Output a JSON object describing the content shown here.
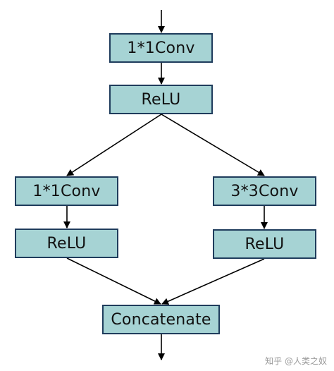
{
  "colors": {
    "node_fill": "#a6d3d4",
    "node_border": "#1f3c5c",
    "edge": "#000000"
  },
  "nodes": {
    "top_conv": "1*1Conv",
    "top_relu": "ReLU",
    "left_conv": "1*1Conv",
    "left_relu": "ReLU",
    "right_conv": "3*3Conv",
    "right_relu": "ReLU",
    "concat": "Concatenate"
  },
  "edges": [
    [
      "input",
      "top_conv"
    ],
    [
      "top_conv",
      "top_relu"
    ],
    [
      "top_relu",
      "left_conv"
    ],
    [
      "top_relu",
      "right_conv"
    ],
    [
      "left_conv",
      "left_relu"
    ],
    [
      "right_conv",
      "right_relu"
    ],
    [
      "left_relu",
      "concat"
    ],
    [
      "right_relu",
      "concat"
    ],
    [
      "concat",
      "output"
    ]
  ],
  "watermark": "知乎 @人类之奴"
}
